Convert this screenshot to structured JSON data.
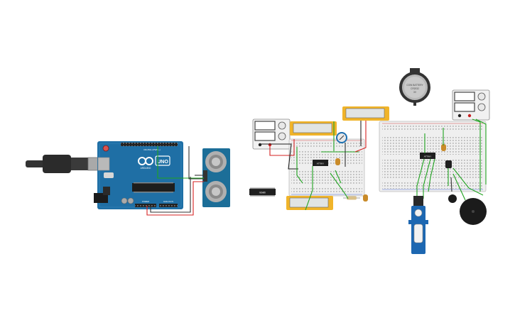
{
  "circuit": {
    "arduino": {
      "brand_text": "ARDUINO",
      "model_text": "UNO",
      "digital_label": "DIGITAL (PWM~)",
      "power_label": "POWER",
      "analog_label": "ANALOG IN"
    },
    "ic_labels": {
      "standalone": "n0xkfn",
      "breadboard_a": "ATTINY",
      "breadboard_b": "ATTINY"
    },
    "coin_battery": {
      "line1": "COIN BATTERY",
      "line2": "CR2032",
      "line3": "3V"
    }
  }
}
